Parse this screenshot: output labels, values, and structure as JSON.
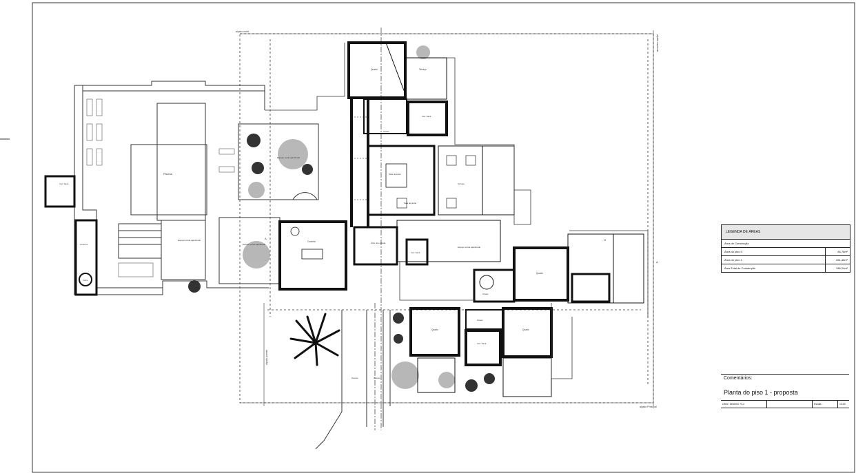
{
  "areas_table": {
    "header": "LEGENDA DE ÁREAS",
    "rows": [
      {
        "label": "Área de Construção",
        "value": ""
      },
      {
        "label": "Área do piso 0",
        "value": "84,78m²"
      },
      {
        "label": "Área do piso 1",
        "value": "261,46m²"
      },
      {
        "label": "Área Total de Construção",
        "value": "346,24m²"
      }
    ]
  },
  "title_block": {
    "comments_label": "Comentários:",
    "drawing_title": "Planta do piso 1 - proposta",
    "drawing_code": "Obra / desenho 73-3",
    "scale_label": "Escala :",
    "scale_value": "1/100"
  },
  "plan_labels": {
    "top_dimension": "alçado norte",
    "bottom_dimension": "alçado Principal",
    "side_dimension_right": "alçado nascente",
    "side_dimension_left": "alçado poente",
    "pool": "Piscina",
    "garden_top": "Espaço verde ajardinado",
    "garden_mid": "Espaço verde ajardinado",
    "garden_left": "Espaço verde ajardinado",
    "garden_right": "Espaço verde ajardinado",
    "terrace": "Terraço",
    "terrace_top": "Terraço",
    "room_top": "Quarto",
    "wc_top": "Inst. Sanit.",
    "closet_top": "Closet",
    "kitchen": "Cozinha",
    "hall": "Átrio de entrada",
    "living": "Sala de estar",
    "dining": "Sala de jantar",
    "room_east": "Quarto",
    "closet_east": "Closet",
    "room_south_a": "Quarto",
    "room_south_b": "Quarto",
    "closet_south": "Closet",
    "wc_south": "Inst. Sanit.",
    "wc_mid": "Inst. Sanit.",
    "wc_left": "Inst. Sanit.",
    "garage": "Arrumos",
    "bbq": "Forno",
    "lane_a": "Acesso",
    "lane_b": "Acesso",
    "north_arrow": "N",
    "section_a": "A",
    "section_b": "A"
  }
}
